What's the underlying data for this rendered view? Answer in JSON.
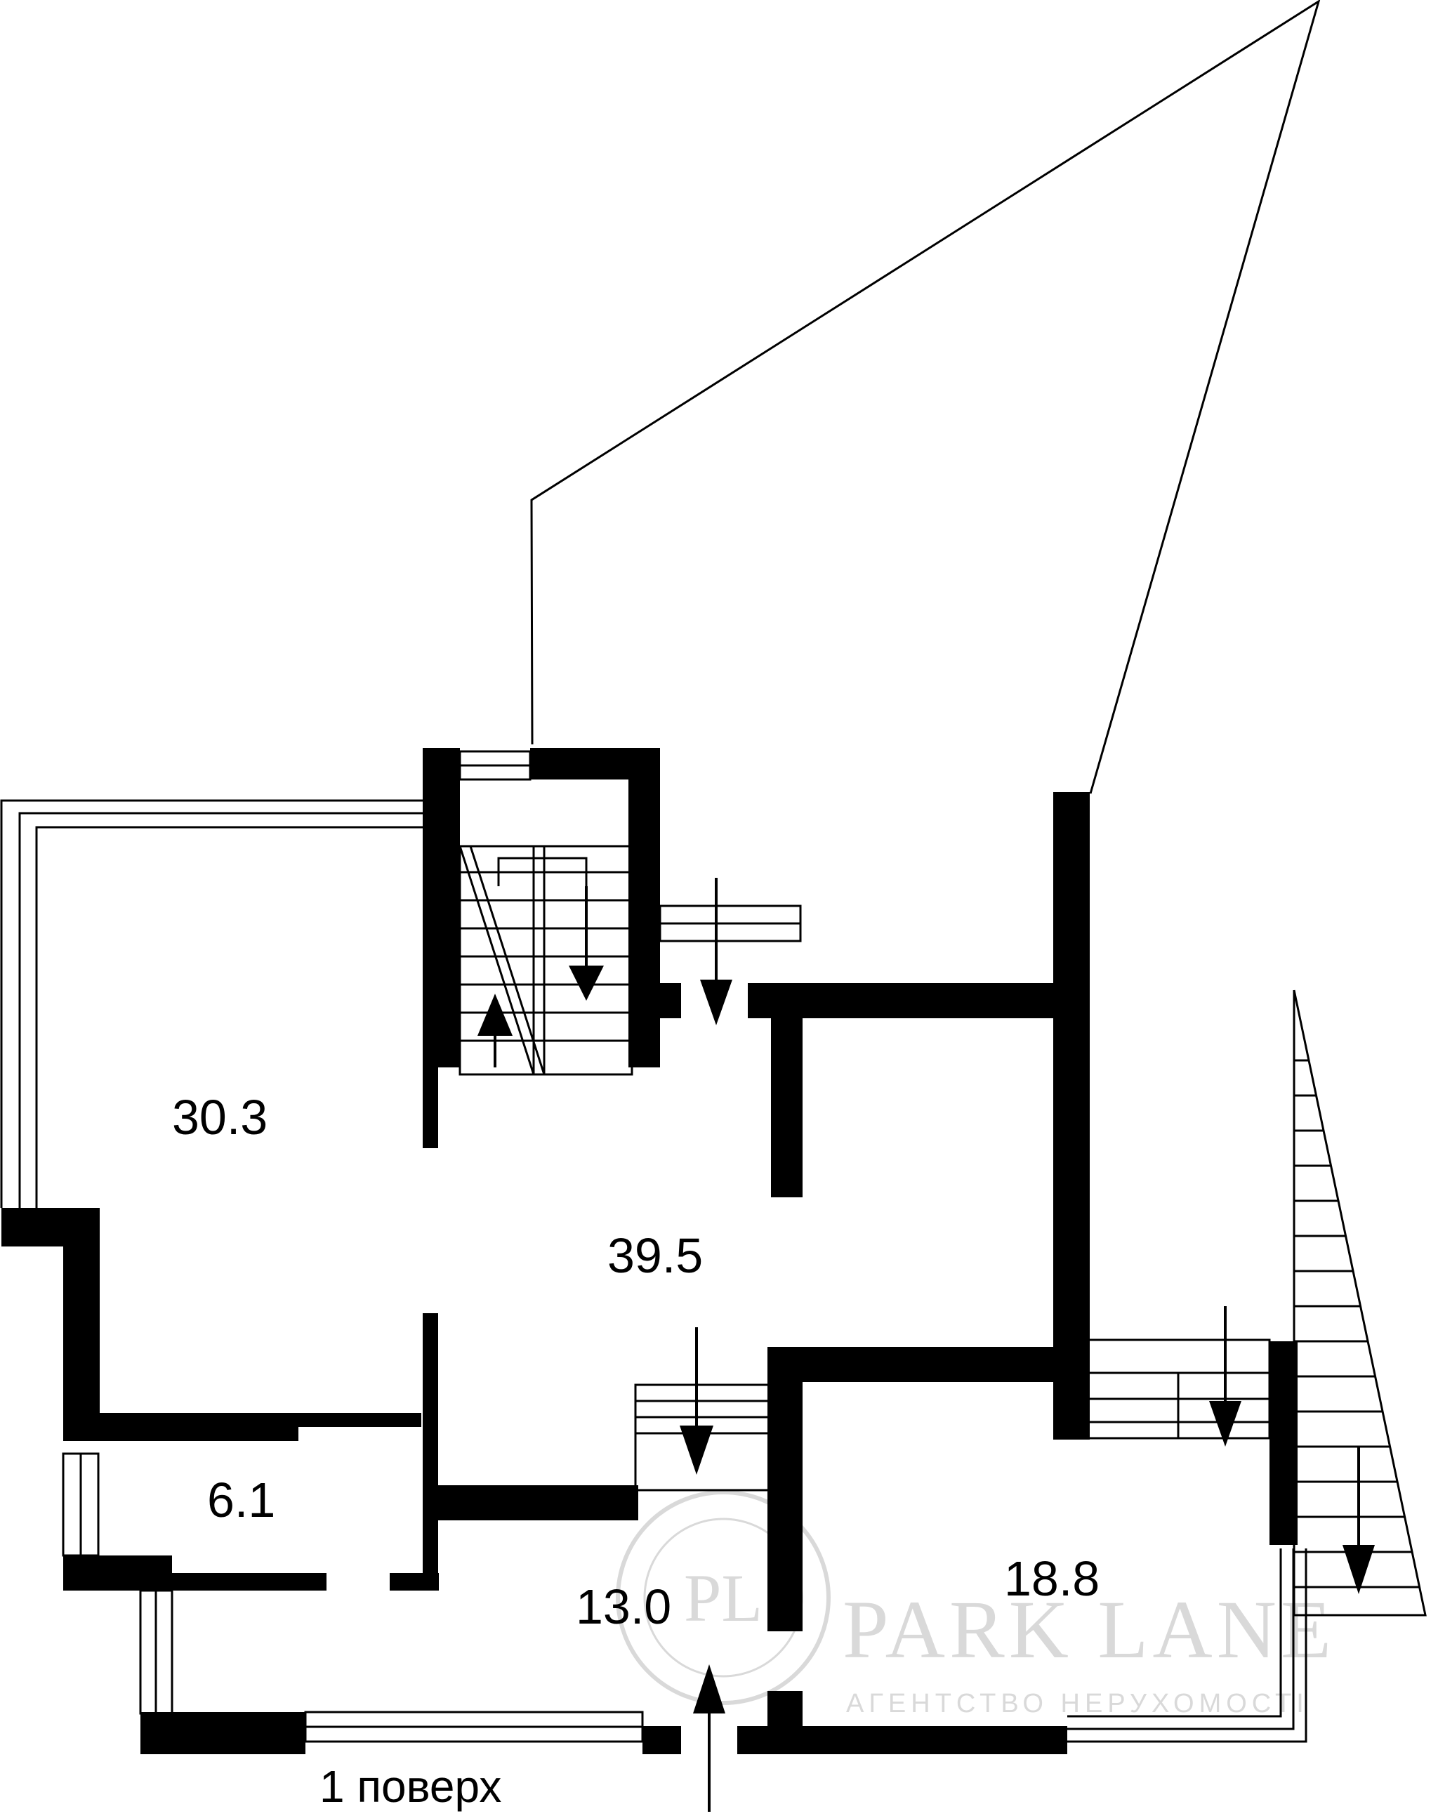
{
  "rooms": {
    "r1": "30.3",
    "r2": "39.5",
    "r3": "6.1",
    "r4": "13.0",
    "r5": "18.8"
  },
  "floor_label": "1 поверх",
  "watermark": {
    "title": "PARK LANE",
    "subtitle": "АГЕНТСТВО НЕРУХОМОСТІ",
    "monogram": "PL",
    "color": "#d9d9d9"
  },
  "colors": {
    "wall": "#000000",
    "background": "#ffffff"
  }
}
